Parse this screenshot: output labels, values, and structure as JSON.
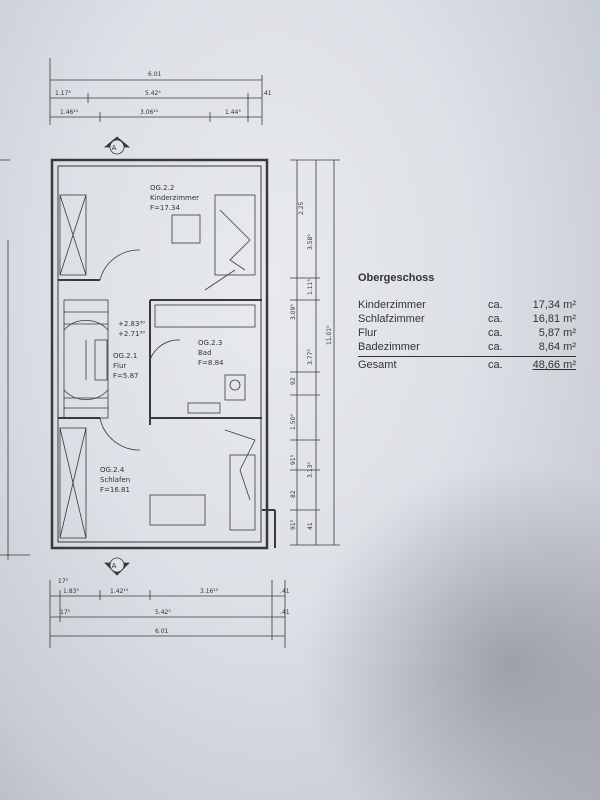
{
  "dimensions": {
    "top": {
      "row1": [
        "6.01"
      ],
      "row2": [
        "1.17⁵",
        "5.42⁵",
        ".41"
      ],
      "row3": [
        "1.46¹⁵",
        "3.06¹⁵",
        "1.44⁵"
      ]
    },
    "bottom": {
      "row1": [
        "17⁵",
        "1.83⁵",
        "1.42¹⁵",
        "3.16¹⁵",
        ".41"
      ],
      "row2": [
        "17⁵",
        "5.42⁵",
        ".41"
      ],
      "row3": [
        "6.01"
      ]
    },
    "right": [
      "2.25",
      "3.58⁵",
      "3.09⁵",
      "1.11⁵",
      "3.77⁵",
      "92",
      "1.50⁵",
      "11.01⁵",
      "91⁵",
      "3.13⁵",
      "82",
      "91⁵",
      "41"
    ]
  },
  "rooms": {
    "kinderzimmer": {
      "id": "OG.2.2",
      "name": "Kinderzimmer",
      "area": "F=17.34"
    },
    "bad": {
      "id": "OG.2.3",
      "name": "Bad",
      "area": "F=8.84"
    },
    "flur": {
      "id": "OG.2.1",
      "name": "Flur",
      "area": "F=5.87"
    },
    "schlafen": {
      "id": "OG.2.4",
      "name": "Schlafen",
      "area": "F=16.81"
    },
    "level": {
      "a": "+2.83³⁰",
      "b": "+2.71³⁰"
    }
  },
  "section_marks": {
    "top": "A",
    "bottom": "A"
  },
  "table": {
    "title": "Obergeschoss",
    "rows": [
      {
        "name": "Kinderzimmer",
        "prefix": "ca.",
        "value": "17,34 m²"
      },
      {
        "name": "Schlafzimmer",
        "prefix": "ca.",
        "value": "16,81 m²"
      },
      {
        "name": "Flur",
        "prefix": "ca.",
        "value": "5,87 m²"
      },
      {
        "name": "Badezimmer",
        "prefix": "ca.",
        "value": "8,64 m²"
      }
    ],
    "total": {
      "name": "Gesamt",
      "prefix": "ca.",
      "value": "48,66 m²"
    }
  }
}
